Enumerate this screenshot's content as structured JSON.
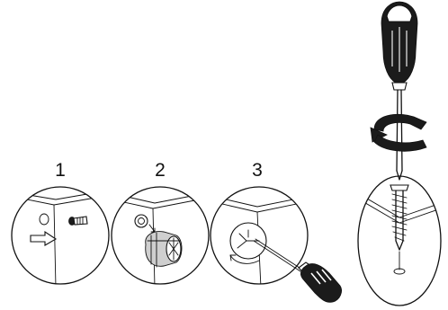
{
  "steps": [
    {
      "number": "1"
    },
    {
      "number": "2"
    },
    {
      "number": "3"
    }
  ],
  "colors": {
    "line": "#111111",
    "fill": "#ffffff",
    "shade": "#cfcfcf",
    "handle": "#1b1b1b"
  },
  "icons": [
    "screwdriver-icon",
    "rotation-arrow-icon",
    "screw-icon",
    "cam-lock-icon",
    "dowel-pin-icon"
  ]
}
